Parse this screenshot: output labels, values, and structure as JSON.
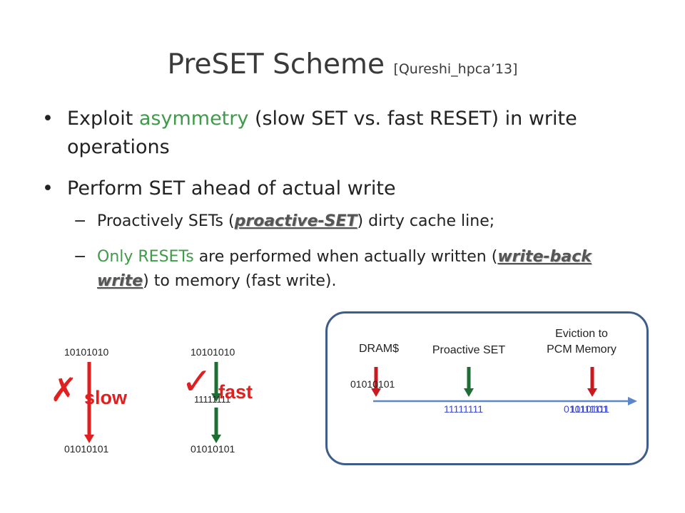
{
  "slide": {
    "title": "PreSET Scheme",
    "title_cite": "[Qureshi_hpca’13]",
    "bullet_glyph": "•",
    "dash_glyph": "−",
    "bullet1": {
      "pre": "Exploit ",
      "highlight": "asymmetry",
      "post": " (slow SET vs. fast RESET) in write operations"
    },
    "bullet2": {
      "text": "Perform SET ahead of actual write"
    },
    "sub1": {
      "pre": "Proactively SETs (",
      "emph": "proactive-SET",
      "post": ") dirty cache line;"
    },
    "sub2": {
      "highlight": "Only RESETs",
      "mid": " are performed when actually written (",
      "emph": "write-back write",
      "post": ") to memory (fast write)."
    }
  },
  "left_diagram": {
    "slow_col": {
      "top": "10101010",
      "bottom": "01010101",
      "mark": "✗",
      "label": "slow"
    },
    "fast_col": {
      "top": "10101010",
      "mid": "11111111",
      "bottom": "01010101",
      "mark": "✓",
      "label": "fast"
    },
    "colors": {
      "red": "#e02020",
      "green": "#1e6e33"
    }
  },
  "right_panel": {
    "stage1": {
      "title": "DRAM$",
      "value": "01010101"
    },
    "stage2": {
      "title": "Proactive SET",
      "value": "11111111"
    },
    "stage3": {
      "title_line1": "Eviction to",
      "title_line2": "PCM Memory",
      "value_a": "01010101",
      "value_b": "11111111"
    },
    "colors": {
      "border": "#3f5d8a",
      "timeline": "#5b86c7",
      "value_text": "#3a48d4"
    }
  }
}
